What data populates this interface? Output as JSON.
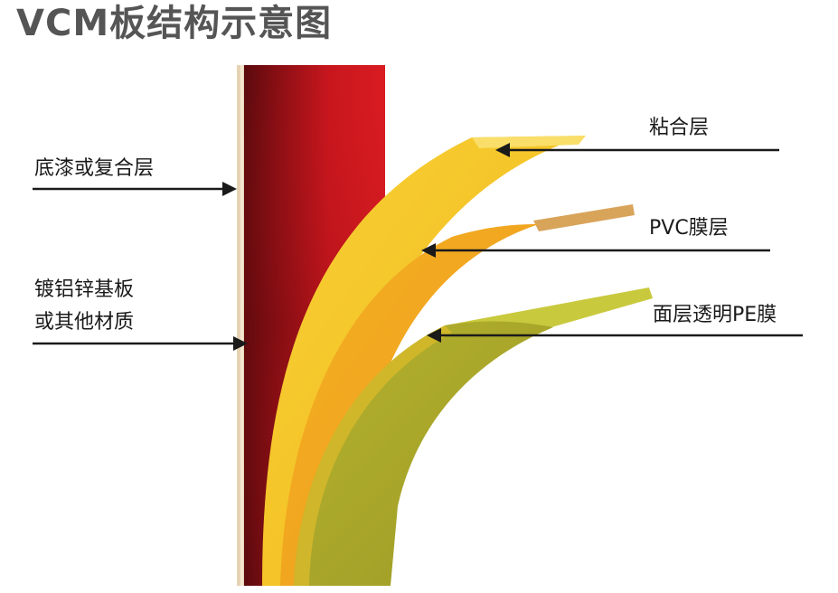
{
  "title": "VCM板结构示意图",
  "labels": {
    "primer": "底漆或复合层",
    "substrate_line1": "镀铝锌基板",
    "substrate_line2": "或其他材质",
    "adhesive": "粘合层",
    "pvc": "PVC膜层",
    "pe": "面层透明PE膜"
  },
  "colors": {
    "substrate": "#c8161d",
    "substrate_dark": "#8a0f14",
    "primer": "#e8d6b8",
    "adhesive": "#f5c61a",
    "pvc": "#f0a020",
    "pe": "#a4a12a",
    "pe_light": "#c7c83a",
    "text": "#1a1a1a",
    "title": "#555555"
  }
}
